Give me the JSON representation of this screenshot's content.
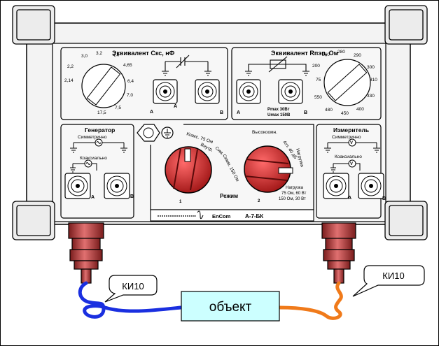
{
  "panels": {
    "capacitance": {
      "title": "Эквивалент Cкс, нФ",
      "dial_values": [
        "3,0",
        "3,2",
        "4,4",
        "4,65",
        "2,2",
        "6,4",
        "2,14",
        "7,0",
        "17,5",
        "7,5"
      ],
      "connector_a": "A",
      "connector_b": "B"
    },
    "resistance": {
      "title": "Эквивалент Rпэп, Ом",
      "dial_values": [
        "260",
        "280",
        "290",
        "200",
        "300",
        "75",
        "310",
        "550",
        "330",
        "480",
        "450",
        "400"
      ],
      "connector_a": "A",
      "connector_b": "B",
      "limits_1": "Pmax 30Вт",
      "limits_2": "Umax 150В"
    },
    "generator": {
      "title": "Генератор",
      "symmetric": "Симметрично",
      "coaxial": "Коаксиально",
      "connector_a": "A",
      "connector_b": "B"
    },
    "mode": {
      "title": "Режим",
      "knob1_number": "1",
      "knob2_number": "2",
      "knob1_labels": [
        "Коакс. 75 Ом",
        "Внутр.",
        "Сим.",
        "Симм. 150 Ом"
      ],
      "knob2_labels": [
        "Высокоомн.",
        "Атт. 40 дБ",
        "Нагрузка"
      ],
      "load_1": "Нагрузка",
      "load_2": "75 Ом, 60 Вт",
      "load_3": "150 Ом, 30 Вт"
    },
    "meter": {
      "title": "Измеритель",
      "symmetric": "Симметрично",
      "coaxial": "Коаксиально",
      "connector_a": "A",
      "connector_b": "B"
    }
  },
  "brand": {
    "company": "EnCom",
    "model": "А-7-БК"
  },
  "cables": {
    "left_label": "КИ10",
    "right_label": "КИ10",
    "left_color": "#1a2fe0",
    "right_color": "#f07a1a"
  },
  "object": {
    "label": "объект",
    "fill": "#ccffff"
  },
  "colors": {
    "device": "#f2f2f2",
    "knob": "#d42a2a",
    "connector": "#b8474a"
  }
}
